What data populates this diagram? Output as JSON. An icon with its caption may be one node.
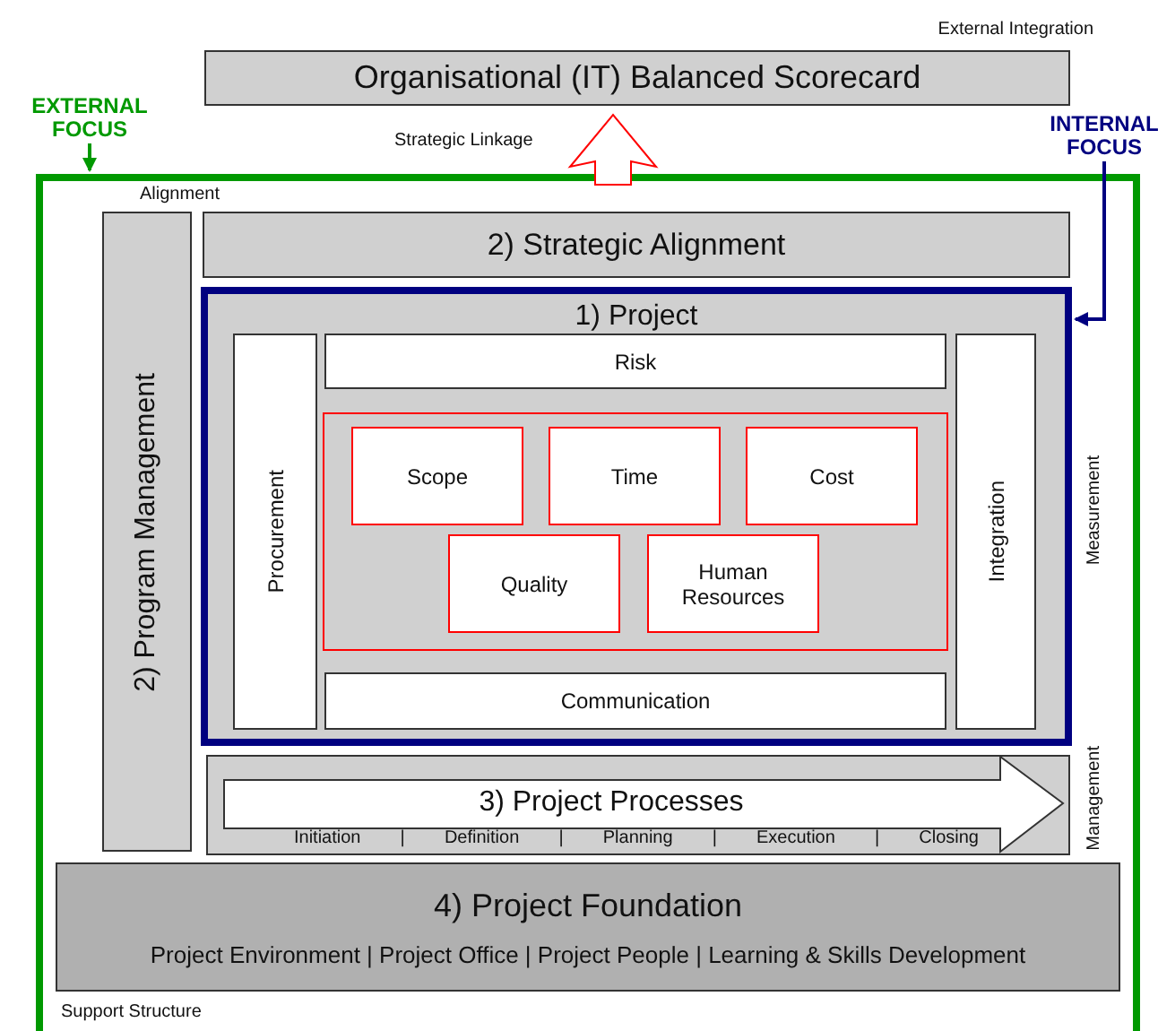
{
  "diagram": {
    "nodes": [
      {
        "text": [
          "Organisational (IT) Balanced Scorecard"
        ]
      },
      {
        "text": [
          "EXTERNAL FOCUS"
        ]
      },
      {
        "text": [],
        "shape": "box"
      },
      {
        "text": [
          "INTERNAL FOCUS"
        ]
      },
      {
        "text": [
          "2) Program Management"
        ],
        "in": 2
      },
      {
        "text": [
          "2) Strategic Alignment"
        ],
        "in": 2
      },
      {
        "text": [
          "1) Project"
        ],
        "in": 2
      },
      {
        "text": [
          "Procurement"
        ],
        "in": 6
      },
      {
        "text": [
          "Risk"
        ],
        "in": 6
      },
      {
        "text": [],
        "shape": "box",
        "in": 6
      },
      {
        "text": [
          "Scope"
        ],
        "in": 9
      },
      {
        "text": [
          "Time"
        ],
        "in": 9
      },
      {
        "text": [
          "Cost"
        ],
        "in": 9
      },
      {
        "text": [
          "Quality"
        ],
        "in": 9
      },
      {
        "text": [
          "Human Resources"
        ],
        "in": 9
      },
      {
        "text": [
          "Communication"
        ],
        "in": 6
      },
      {
        "text": [
          "Integration"
        ],
        "in": 6
      },
      {
        "text": [
          "3) Project Processes",
          "Initiation | Definition | Planning | Execution | Closing"
        ],
        "in": 2
      },
      {
        "text": [
          "4) Project Foundation",
          "Project Environment | Project Office | Project People | Learning & Skills Development"
        ],
        "in": 2
      }
    ],
    "edges": [
      {
        "from": 2,
        "to": 0,
        "arrow": "to",
        "label": "Strategic Linkage",
        "color": "#ff0000"
      },
      {
        "from": 1,
        "to": 2,
        "arrow": "to",
        "color": "#009900"
      },
      {
        "from": 3,
        "to": 6,
        "arrow": "to",
        "color": "#000080"
      }
    ],
    "labels": [
      "External Integration",
      "Alignment",
      "Measurement",
      "Management",
      "Support Structure"
    ]
  }
}
